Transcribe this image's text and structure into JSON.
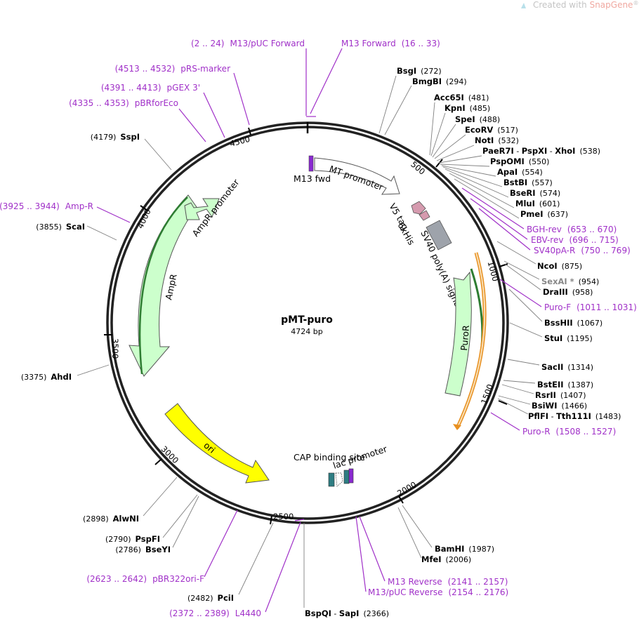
{
  "watermark": {
    "prefix": "Created with ",
    "brand": "SnapGene",
    "reg": "®"
  },
  "plasmid": {
    "name": "pMT-puro",
    "length_label": "4724 bp"
  },
  "ticks": [
    "500",
    "1000",
    "1500",
    "2000",
    "2500",
    "3000",
    "3500",
    "4000",
    "4500"
  ],
  "features": {
    "m13fwd": "M13 fwd",
    "mt_promoter": "MT promoter",
    "v5": "V5 tag",
    "his": "6xHis",
    "sv40": "SV40 poly(A) signal",
    "puror": "PuroR",
    "cap": "CAP binding site",
    "lac": "lac promoter",
    "ori": "ori",
    "ampr": "AmpR",
    "ampr_promoter": "AmpR promoter"
  },
  "sites": {
    "bsgi": {
      "name": "BsgI",
      "pos": "(272)"
    },
    "bmgbi": {
      "name": "BmgBI",
      "pos": "(294)"
    },
    "acc65i": {
      "name": "Acc65I",
      "pos": "(481)"
    },
    "kpni": {
      "name": "KpnI",
      "pos": "(485)"
    },
    "spei": {
      "name": "SpeI",
      "pos": "(488)"
    },
    "ecorv": {
      "name": "EcoRV",
      "pos": "(517)"
    },
    "noti": {
      "name": "NotI",
      "pos": "(532)"
    },
    "paer7i": {
      "a": "PaeR7I",
      "b": "PspXI",
      "c": "XhoI",
      "pos": "(538)"
    },
    "pspomi": {
      "name": "PspOMI",
      "pos": "(550)"
    },
    "apai": {
      "name": "ApaI",
      "pos": "(554)"
    },
    "bstbi": {
      "name": "BstBI",
      "pos": "(557)"
    },
    "bseri": {
      "name": "BseRI",
      "pos": "(574)"
    },
    "mlui": {
      "name": "MluI",
      "pos": "(601)"
    },
    "pmei": {
      "name": "PmeI",
      "pos": "(637)"
    },
    "ncoi": {
      "name": "NcoI",
      "pos": "(875)"
    },
    "sexai": {
      "name": "SexAI *",
      "pos": "(954)"
    },
    "draiii": {
      "name": "DraIII",
      "pos": "(958)"
    },
    "bsshii": {
      "name": "BssHII",
      "pos": "(1067)"
    },
    "stui": {
      "name": "StuI",
      "pos": "(1195)"
    },
    "sacii": {
      "name": "SacII",
      "pos": "(1314)"
    },
    "bsteii": {
      "name": "BstEII",
      "pos": "(1387)"
    },
    "rsrii": {
      "name": "RsrII",
      "pos": "(1407)"
    },
    "bsiwi": {
      "name": "BsiWI",
      "pos": "(1466)"
    },
    "pflfi": {
      "a": "PflFI",
      "b": "Tth111I",
      "pos": "(1483)"
    },
    "bamhi": {
      "name": "BamHI",
      "pos": "(1987)"
    },
    "mfei": {
      "name": "MfeI",
      "pos": "(2006)"
    },
    "bspqi": {
      "a": "BspQI",
      "b": "SapI",
      "pos": "(2366)"
    },
    "pcii": {
      "name": "PciI",
      "pos": "(2482)"
    },
    "bseyi": {
      "name": "BseYI",
      "pos": "(2786)"
    },
    "pspfi": {
      "name": "PspFI",
      "pos": "(2790)"
    },
    "alwni": {
      "name": "AlwNI",
      "pos": "(2898)"
    },
    "ahdi": {
      "name": "AhdI",
      "pos": "(3375)"
    },
    "scai": {
      "name": "ScaI",
      "pos": "(3855)"
    },
    "sspi": {
      "name": "SspI",
      "pos": "(4179)"
    }
  },
  "primers": {
    "m13puc_fwd": {
      "range": "(2 .. 24)",
      "name": "M13/pUC Forward"
    },
    "m13_fwd": {
      "name": "M13 Forward",
      "range": "(16 .. 33)"
    },
    "prs_marker": {
      "range": "(4513 .. 4532)",
      "name": "pRS-marker"
    },
    "pgex3": {
      "range": "(4391 .. 4413)",
      "name": "pGEX 3'"
    },
    "pbrforeco": {
      "range": "(4335 .. 4353)",
      "name": "pBRforEco"
    },
    "amp_r": {
      "range": "(3925 .. 3944)",
      "name": "Amp-R"
    },
    "bgh_rev": {
      "name": "BGH-rev",
      "range": "(653 .. 670)"
    },
    "ebv_rev": {
      "name": "EBV-rev",
      "range": "(696 .. 715)"
    },
    "sv40pa_r": {
      "name": "SV40pA-R",
      "range": "(750 .. 769)"
    },
    "puro_f": {
      "name": "Puro-F",
      "range": "(1011 .. 1031)"
    },
    "puro_r": {
      "name": "Puro-R",
      "range": "(1508 .. 1527)"
    },
    "m13_rev": {
      "name": "M13 Reverse",
      "range": "(2141 .. 2157)"
    },
    "m13puc_rev": {
      "name": "M13/pUC Reverse",
      "range": "(2154 .. 2176)"
    },
    "pbr322ori": {
      "range": "(2623 .. 2642)",
      "name": "pBR322ori-F"
    },
    "l4440": {
      "range": "(2372 .. 2389)",
      "name": "L4440"
    }
  },
  "colors": {
    "primer": "#a030c8",
    "green_fill": "#ccffcc",
    "green_stroke": "#2e7d32",
    "orange": "#e89020",
    "ori": "#ffff00",
    "v5": "#d59aae",
    "sv40": "#9ea3ab",
    "cap": "#2e7d82",
    "m13": "#8a2ad0"
  }
}
